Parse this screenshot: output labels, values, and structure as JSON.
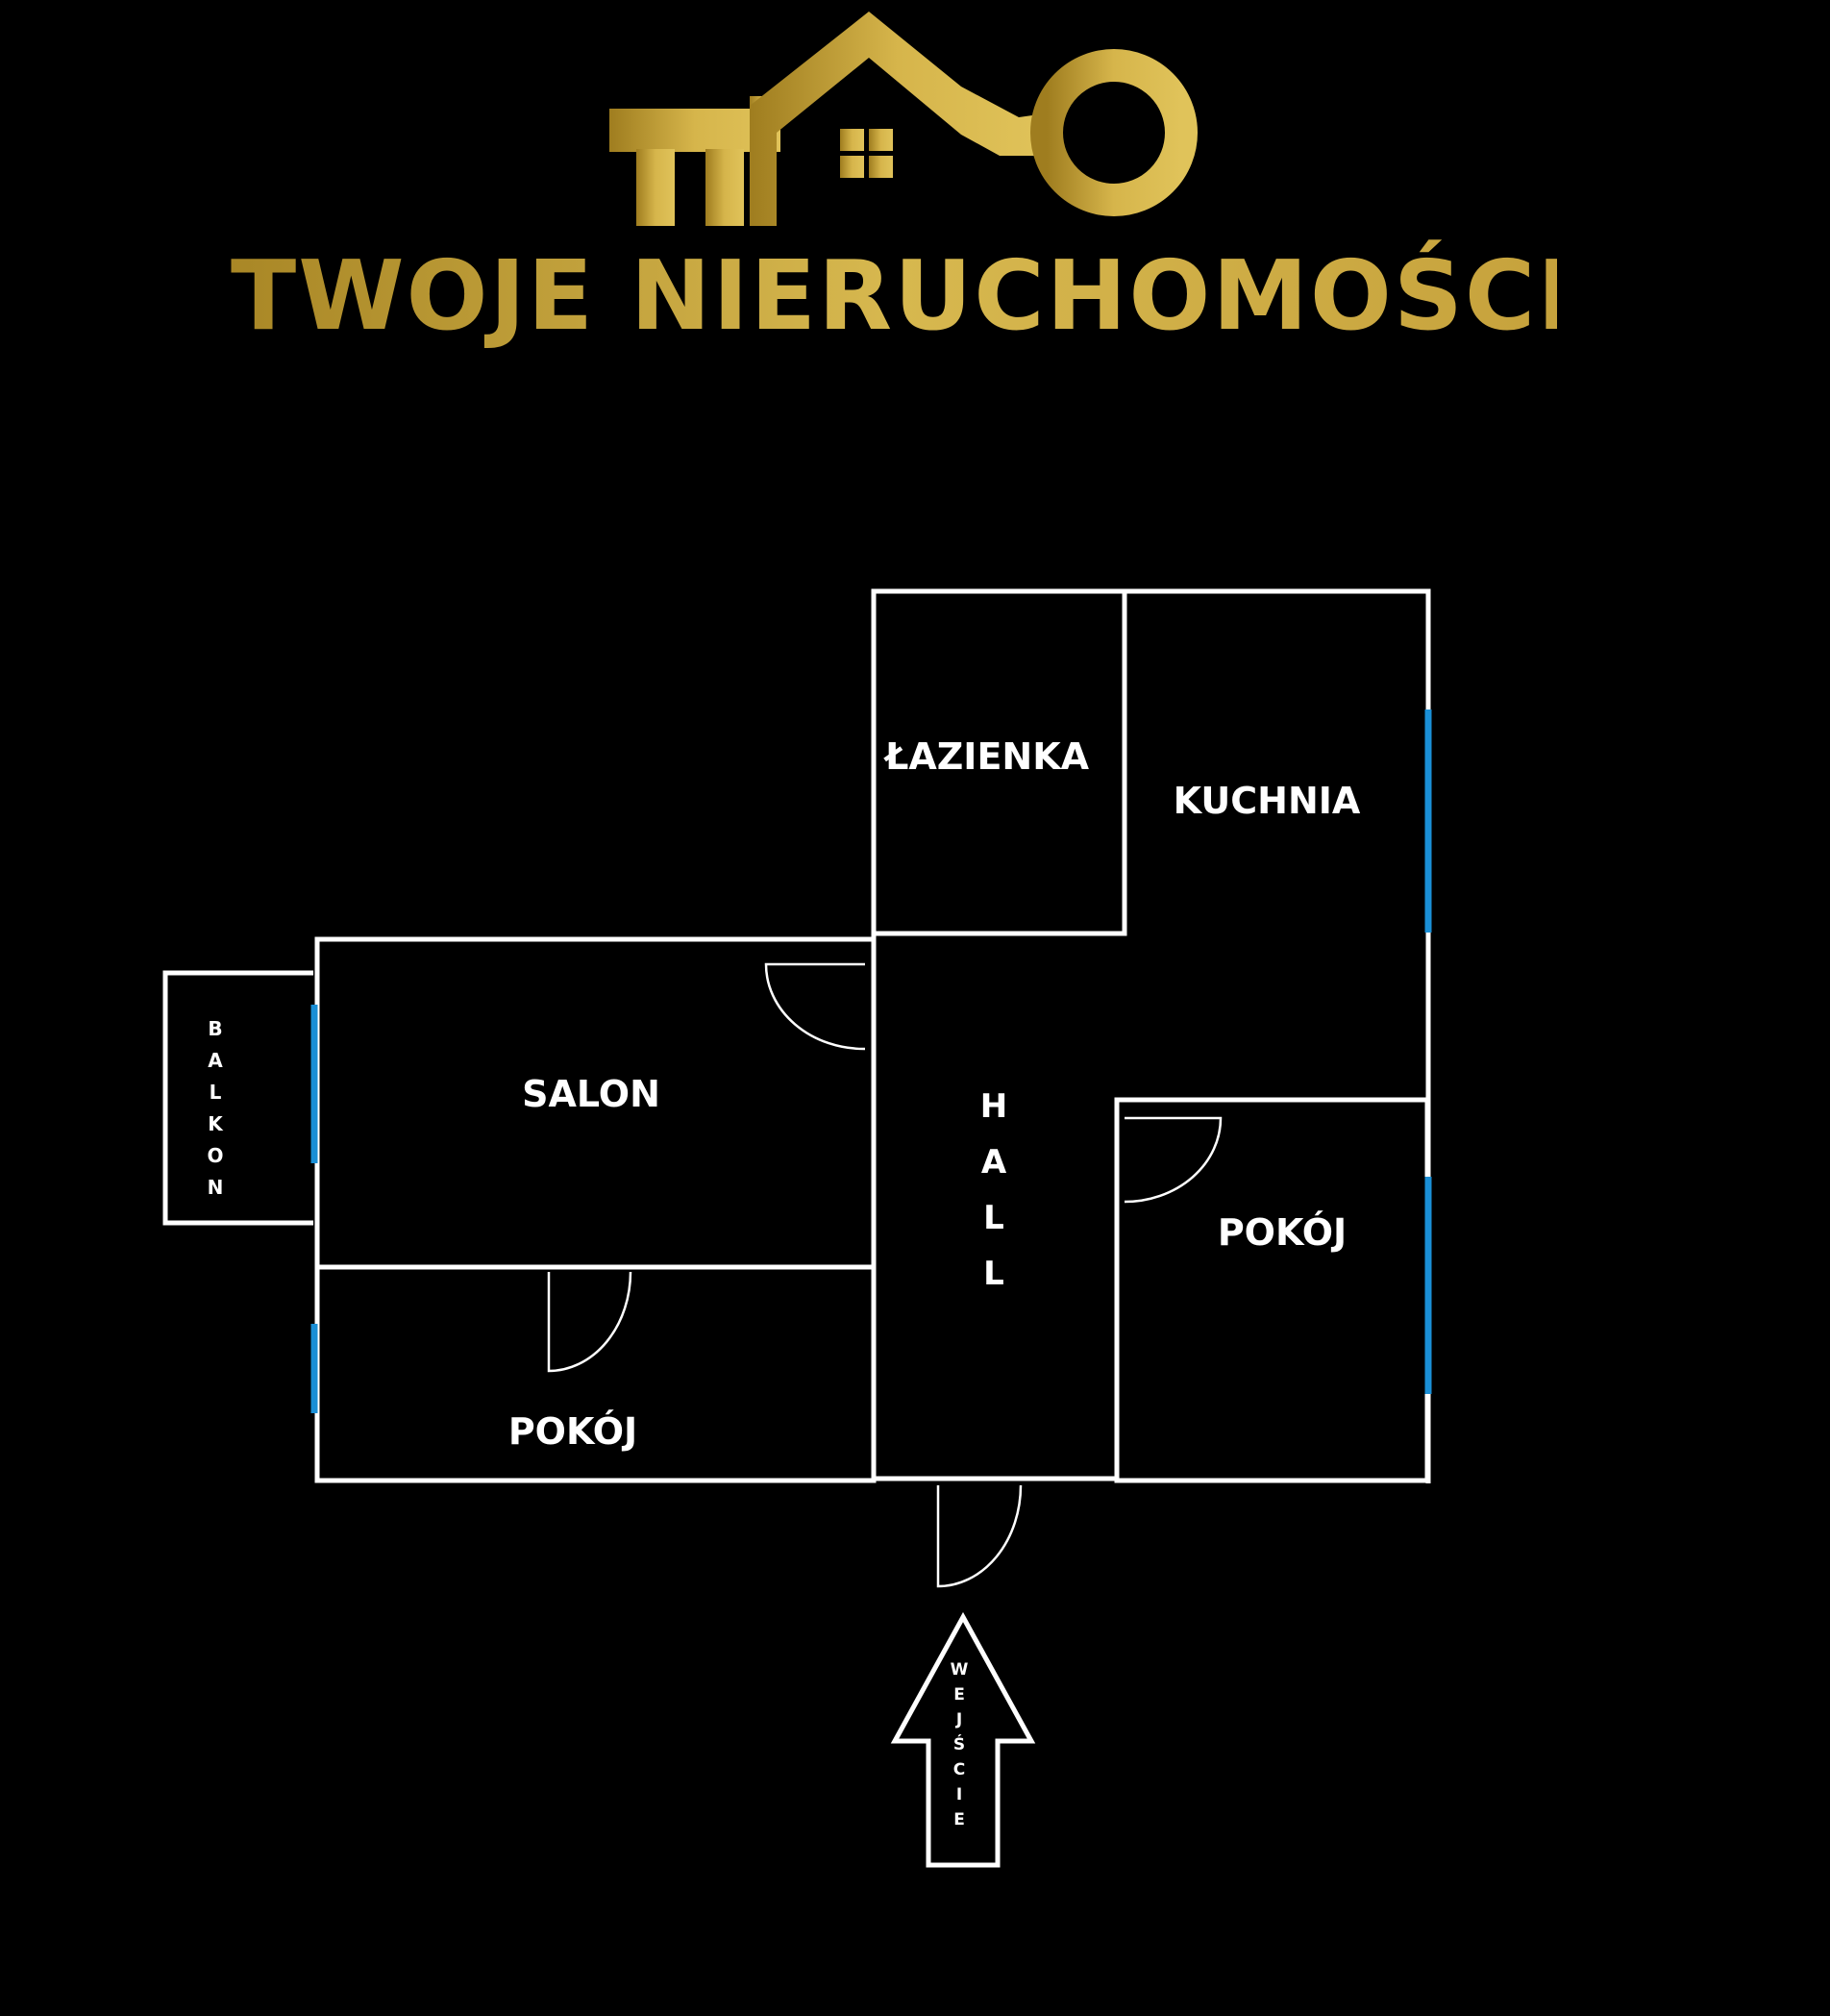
{
  "brand": {
    "name": "TWOJE NIERUCHOMOŚCI",
    "logo_icon": "house-key-logo-icon",
    "colors": {
      "gold_dark": "#a98726",
      "gold_light": "#d7b84f",
      "background": "#000000",
      "wall": "#ffffff",
      "window": "#1a8fd6"
    }
  },
  "floorplan": {
    "rooms": {
      "bathroom": "ŁAZIENKA",
      "kitchen": "KUCHNIA",
      "living_room": "SALON",
      "hall": "HALL",
      "balcony": "BALKON",
      "room_right": "POKÓJ",
      "room_bottom_left": "POKÓJ"
    },
    "entrance": "WEJŚCIE"
  }
}
